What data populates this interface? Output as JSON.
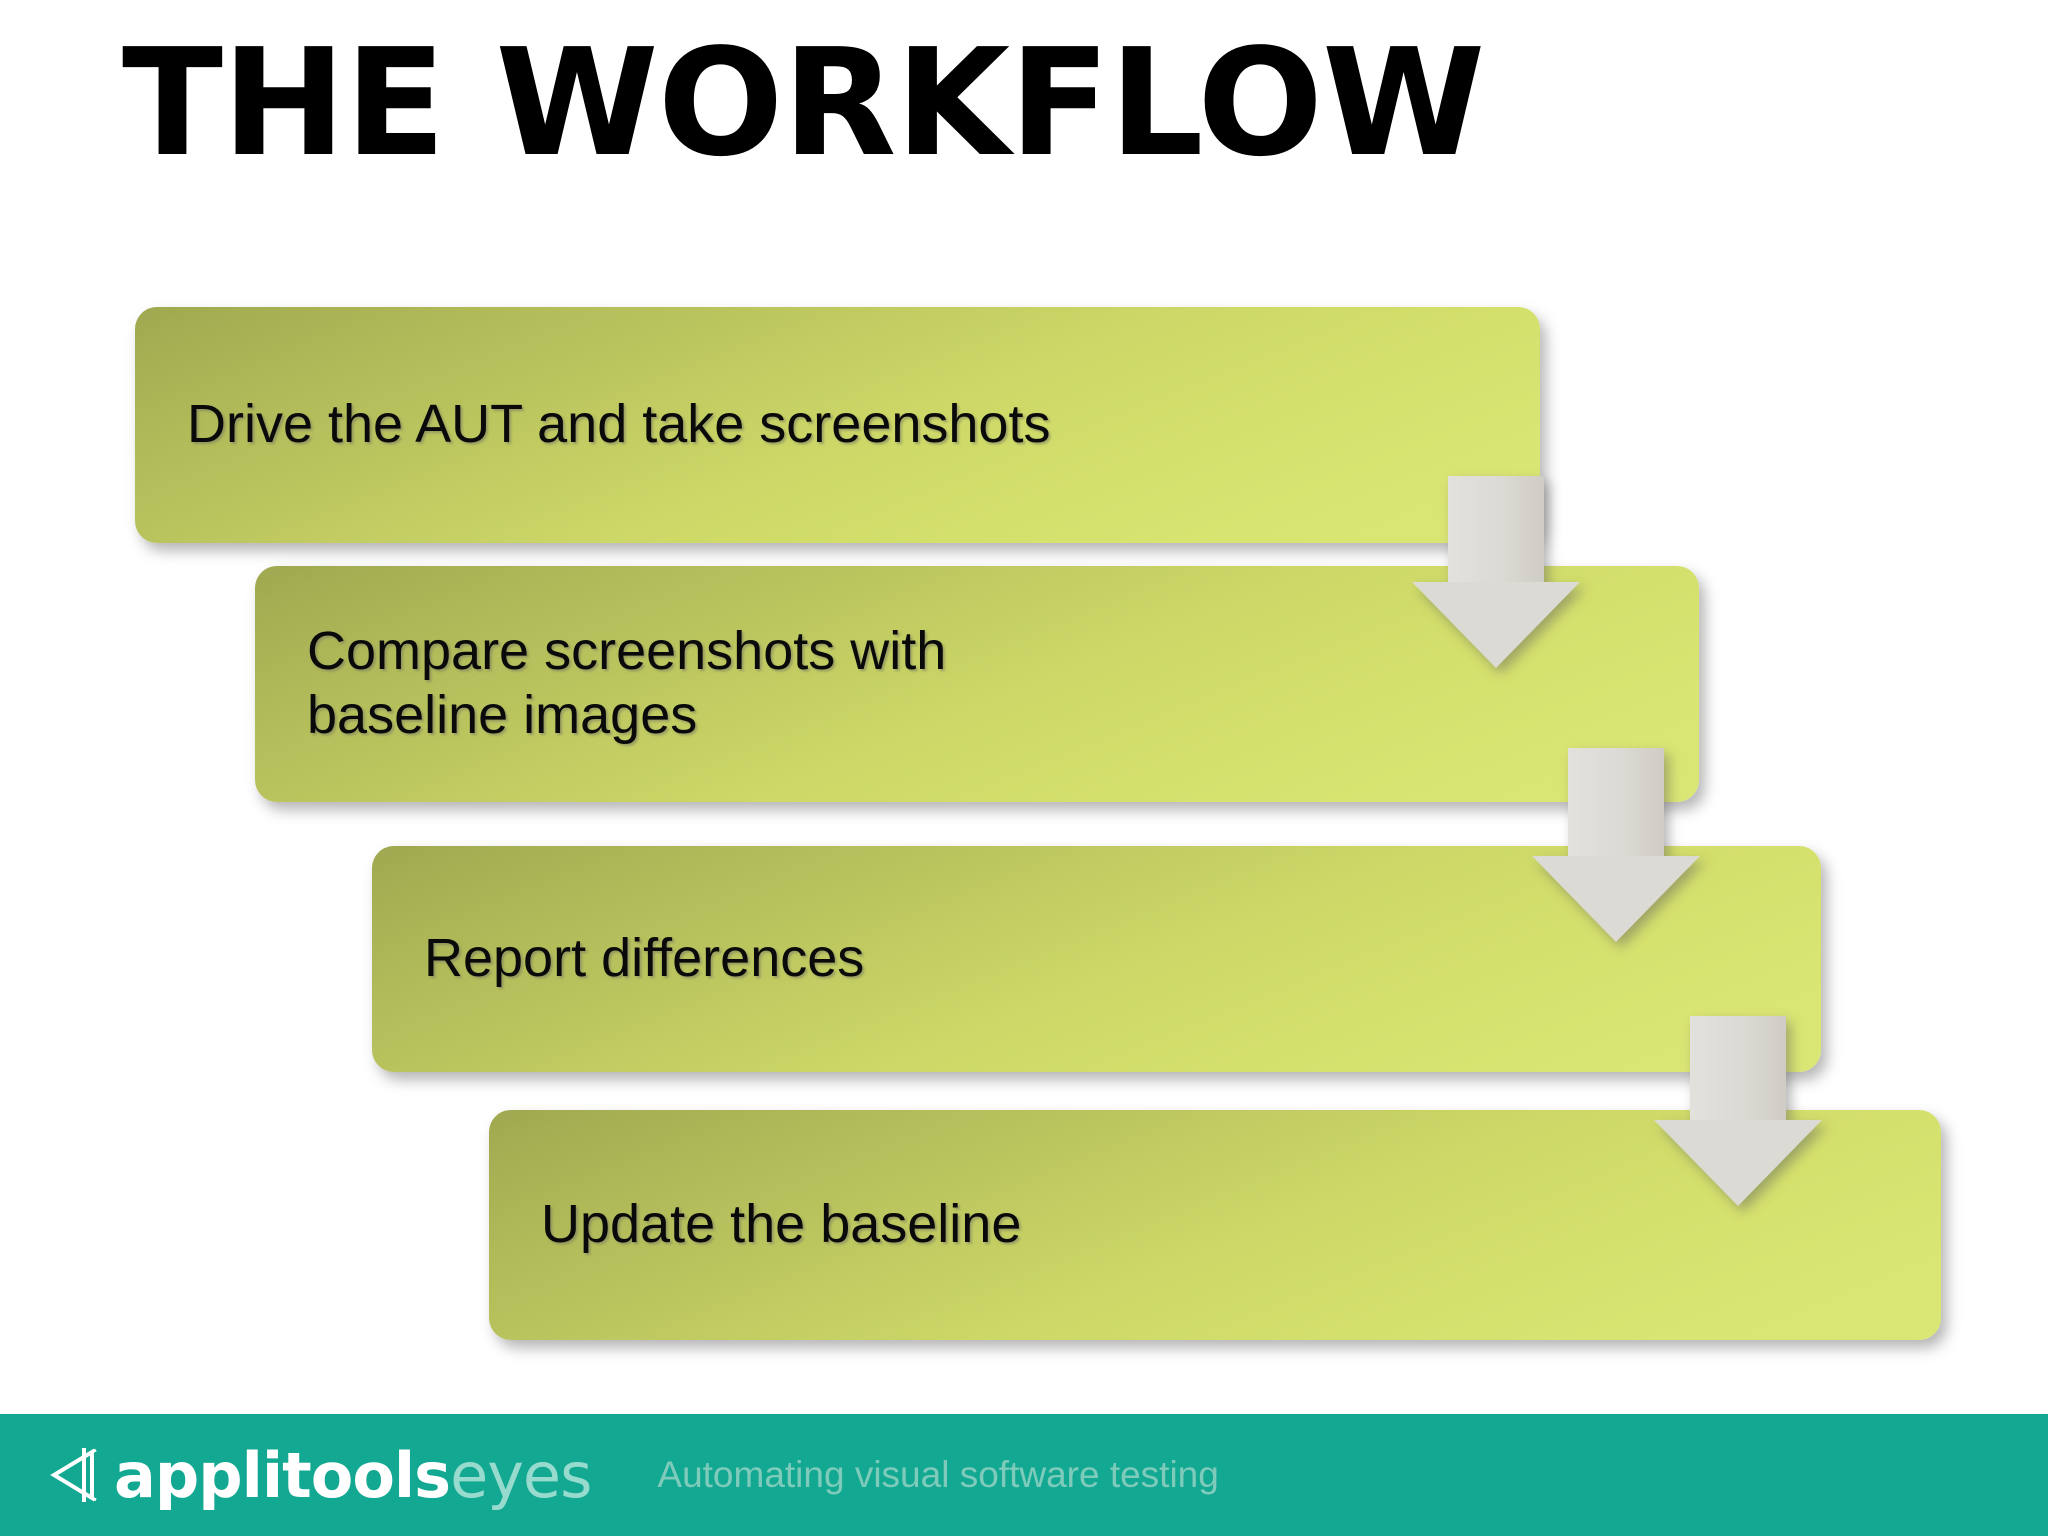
{
  "slide": {
    "title": "THE WORKFLOW",
    "background_color": "#ffffff"
  },
  "colors": {
    "bar_gradient_start": "#9fa84f",
    "bar_gradient_end": "#dbe775",
    "arrow_fill": "#dcdad4",
    "footer_teal": "#13a891",
    "title_color": "#000000",
    "bar_text_color": "#0a0a0a"
  },
  "flow": {
    "type": "staircase-process",
    "steps": [
      {
        "index": 1,
        "label": "Drive the AUT and take screenshots"
      },
      {
        "index": 2,
        "label": "Compare screenshots with baseline images"
      },
      {
        "index": 3,
        "label": "Report differences"
      },
      {
        "index": 4,
        "label": "Update the baseline"
      }
    ],
    "connectors": [
      {
        "index": 1,
        "icon": "down-arrow-icon",
        "from_step": 1,
        "to_step": 2
      },
      {
        "index": 2,
        "icon": "down-arrow-icon",
        "from_step": 2,
        "to_step": 3
      },
      {
        "index": 3,
        "icon": "down-arrow-icon",
        "from_step": 3,
        "to_step": 4
      }
    ]
  },
  "footer": {
    "logo_icon": "applitools-arrow-mark-icon",
    "brand_primary": "applitools",
    "brand_secondary": "eyes",
    "tagline": "Automating visual software testing"
  }
}
